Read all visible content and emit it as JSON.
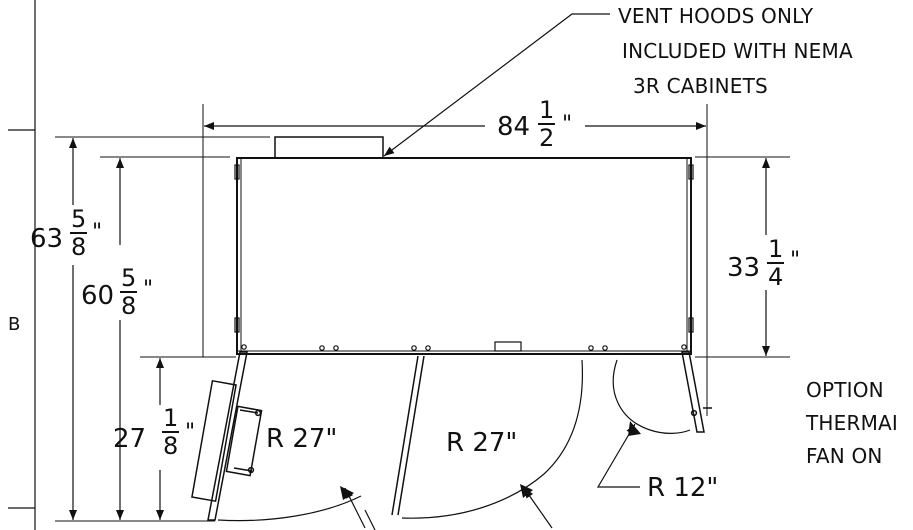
{
  "notes": {
    "vent_line1": "VENT HOODS ONLY",
    "vent_line2": "INCLUDED WITH NEMA",
    "vent_line3": "3R CABINETS",
    "option_line1": "OPTION",
    "option_line2": "THERMAI",
    "option_line3": "FAN ON",
    "side_label": "B"
  },
  "dimensions": {
    "width": {
      "whole": "84",
      "num": "1",
      "den": "2",
      "unit": "\""
    },
    "height_overall": {
      "whole": "63",
      "num": "5",
      "den": "8",
      "unit": "\""
    },
    "height_body": {
      "whole": "60",
      "num": "5",
      "den": "8",
      "unit": "\""
    },
    "height_right": {
      "whole": "33",
      "num": "1",
      "den": "4",
      "unit": "\""
    },
    "door_swing": {
      "whole": "27",
      "num": "1",
      "den": "8",
      "unit": "\""
    },
    "radius_left": "R 27\"",
    "radius_center": "R 27\"",
    "radius_right": "R 12\""
  },
  "colors": {
    "line": "#111111",
    "background": "#ffffff"
  }
}
